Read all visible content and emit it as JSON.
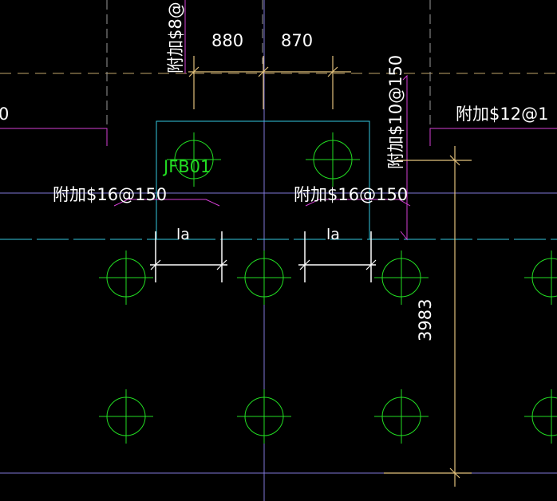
{
  "colors": {
    "background": "#000000",
    "dim_line": "#e3c27d",
    "grid_line": "#8a7fd6",
    "hidden_line": "#8a8a8a",
    "slab_outline": "#33c7e0",
    "rebar": "#d43fd4",
    "pile": "#22dd22",
    "text": "#ffffff",
    "slab_label": "#22dd22",
    "anchor_dim": "#ffffff"
  },
  "labels": {
    "top_rebar_v": "附加$8@",
    "dim_left": "880",
    "dim_right": "870",
    "right_rebar_v": "附加$10@150",
    "right_rebar_h": "附加$12@1",
    "left_edge_text": "0",
    "slab_name": "JFB01",
    "rebar_left": "附加$16@150",
    "rebar_right": "附加$16@150",
    "anchor_left": "la",
    "anchor_right": "la",
    "dim_vertical": "3983"
  },
  "icons": {
    "pile": "pile-crosshair-icon"
  }
}
